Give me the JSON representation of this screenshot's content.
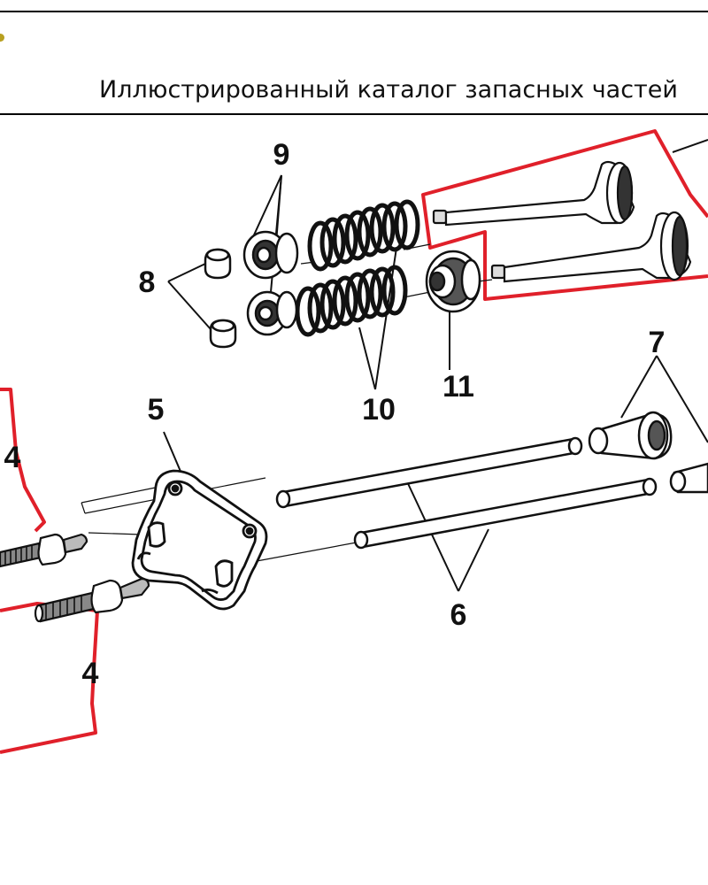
{
  "header": {
    "title": "Иллюстрированный каталог запасных частей"
  },
  "diagram": {
    "callouts": [
      "9",
      "8",
      "10",
      "11",
      "7",
      "5",
      "4",
      "6",
      "4"
    ]
  },
  "colors": {
    "highlight": "#e0202a",
    "ink": "#111111"
  }
}
